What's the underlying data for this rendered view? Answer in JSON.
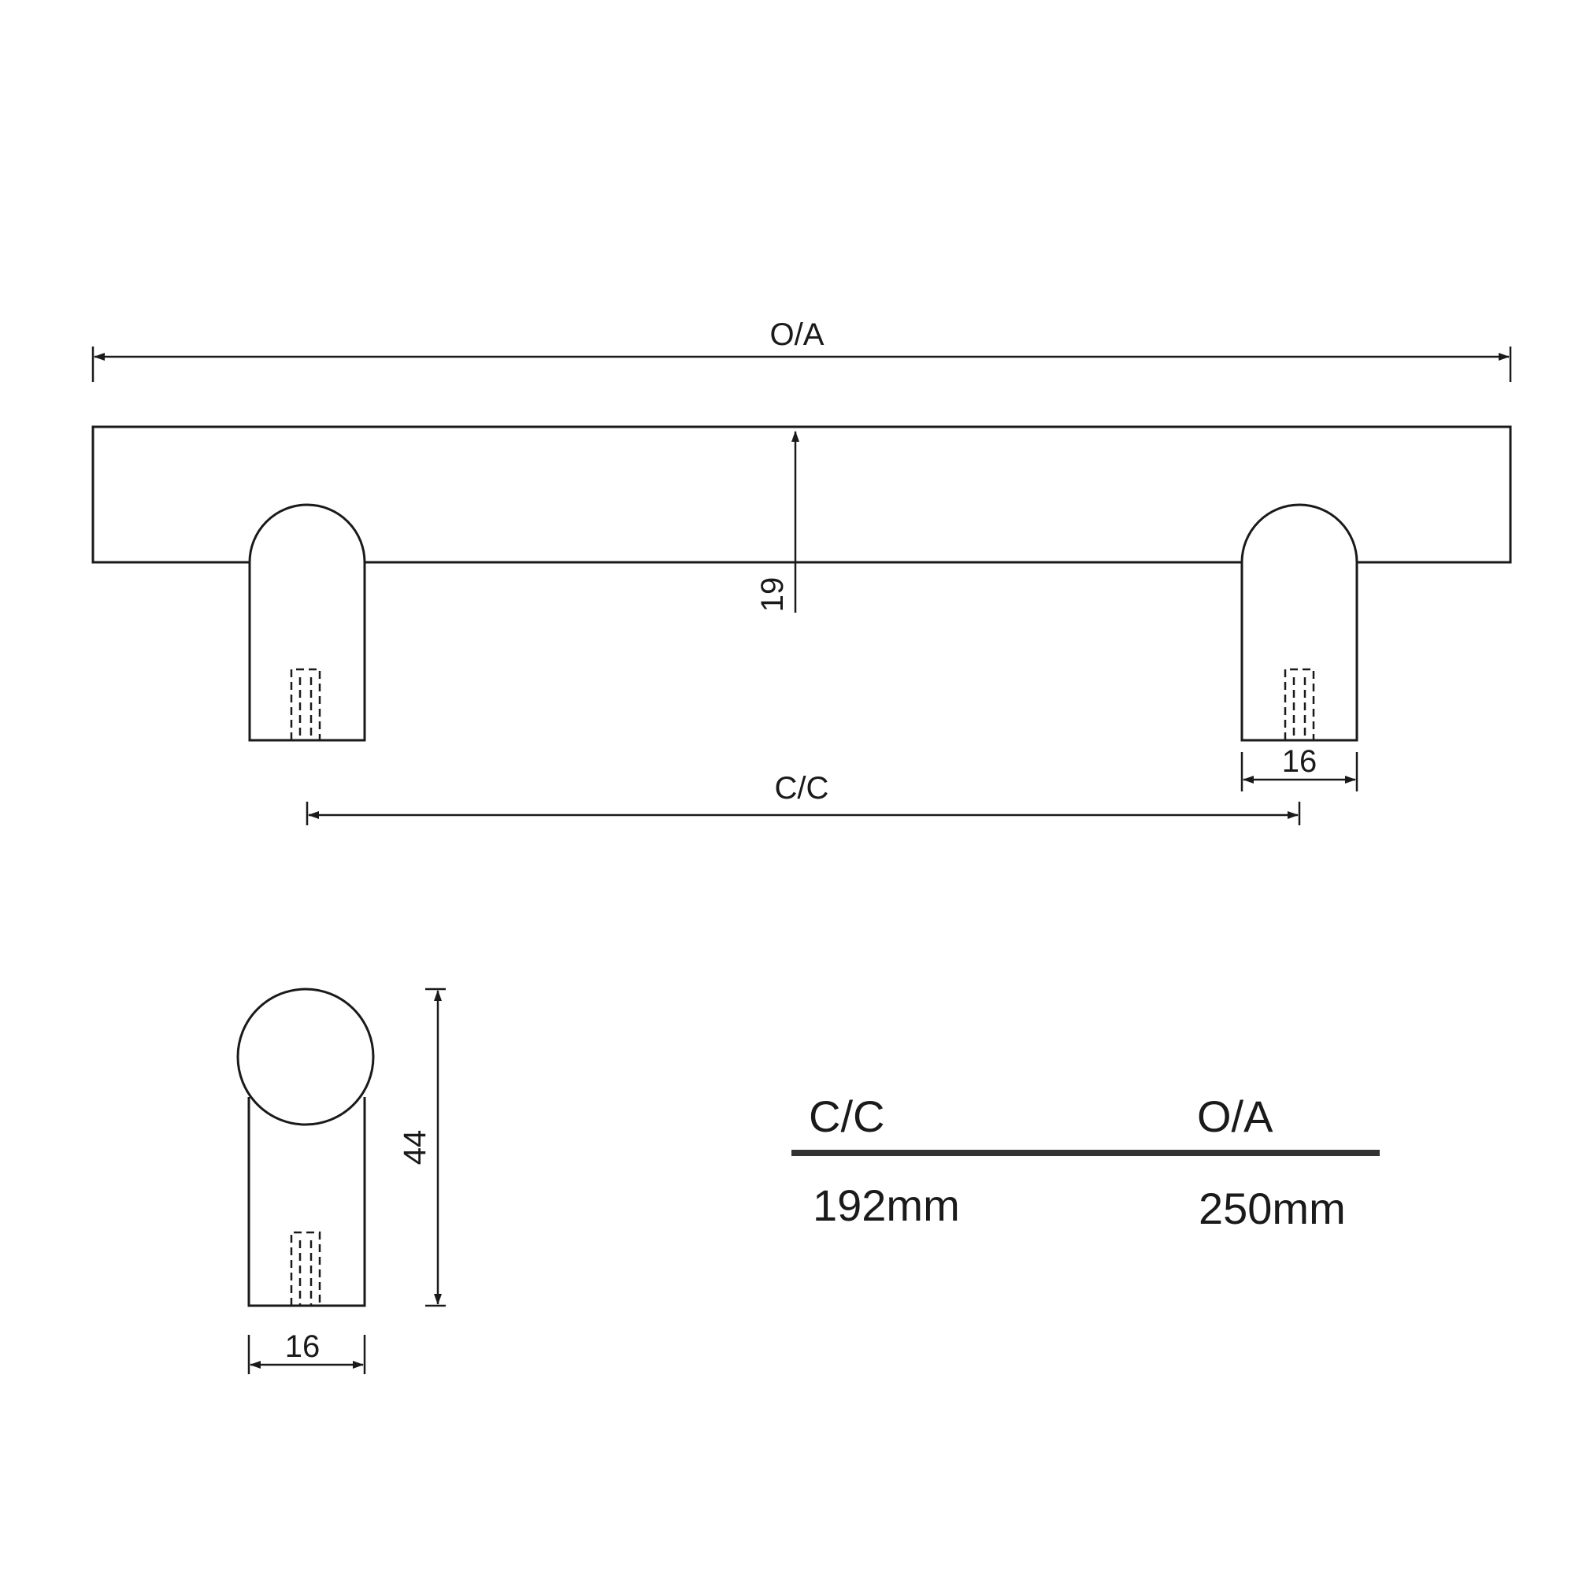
{
  "dimensions": {
    "overall_label": "O/A",
    "centres_label": "C/C",
    "bar_height": "19",
    "leg_width_front": "16",
    "leg_width_side": "16",
    "projection": "44"
  },
  "size_table": {
    "col1_header": "C/C",
    "col2_header": "O/A",
    "col1_value": "192mm",
    "col2_value": "250mm"
  },
  "colors": {
    "line": "#1a1a1a",
    "table_rule": "#333333",
    "background": "#ffffff"
  }
}
